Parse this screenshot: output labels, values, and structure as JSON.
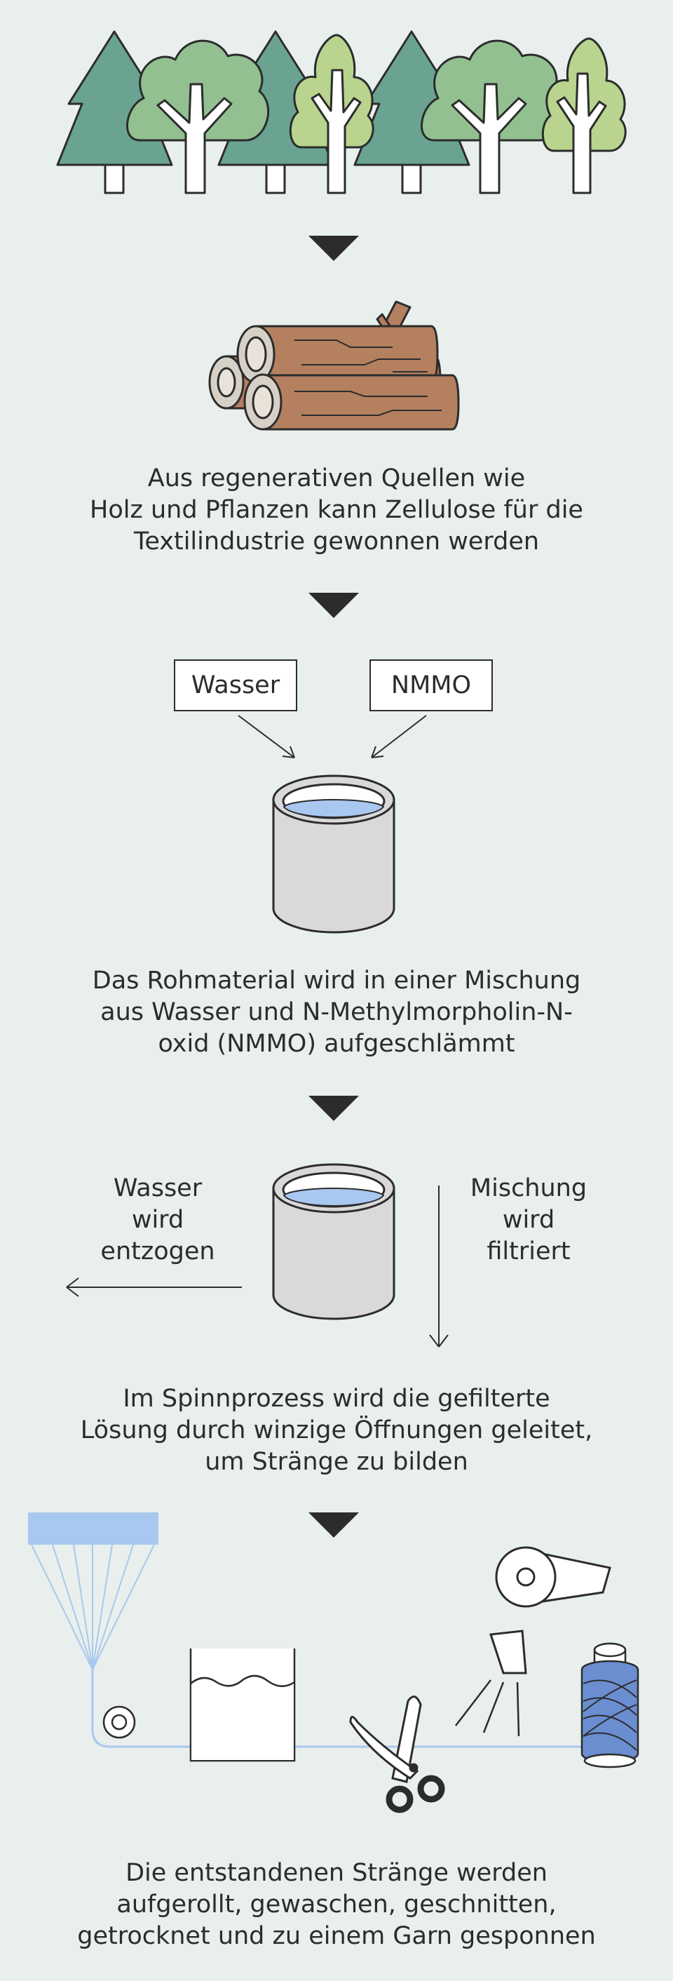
{
  "steps": {
    "step1_caption": "Aus regenerativen Quellen wie\nHolz und Pflanzen kann Zellulose für die\nTextilindustrie gewonnen werden",
    "step2_caption": "Das Rohmaterial wird in einer Mischung\naus Wasser und N-Methylmorpholin-N-\noxid (NMMO) aufgeschlämmt",
    "step3_caption": "Im Spinnprozess wird die gefilterte\nLösung durch winzige Öffnungen geleitet,\num Stränge zu bilden",
    "step4_caption": "Die entstandenen Stränge werden\naufgerollt, gewaschen, geschnitten,\ngetrocknet und zu einem Garn gesponnen"
  },
  "inputs": {
    "water": "Wasser",
    "nmmo": "NMMO"
  },
  "filtering": {
    "left_label": "Wasser\nwird\nentzogen",
    "right_label": "Mischung\nwird\nfiltriert"
  },
  "colors": {
    "background": "#e8efec",
    "conifer": "#6aa391",
    "deciduous": "#92c090",
    "deciduous_light": "#b8d48e",
    "wood": "#b48060",
    "liquid": "#a9c8ef",
    "vessel": "#d9d9d9",
    "spool": "#6a8ed0",
    "strand": "#a9c8ef"
  },
  "icons": [
    "conifer-tree-icon",
    "deciduous-tree-icon",
    "log-pile-icon",
    "vessel-icon",
    "spinneret-icon",
    "roller-icon",
    "wash-basin-icon",
    "scissors-icon",
    "hair-dryer-icon",
    "yarn-spool-icon"
  ]
}
